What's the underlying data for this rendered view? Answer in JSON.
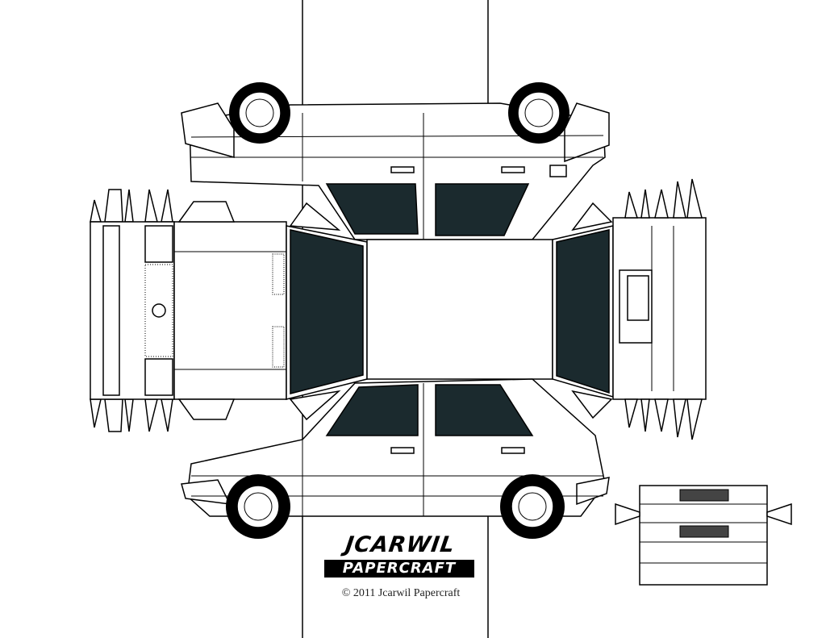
{
  "logo": {
    "line1": "JCARWIL",
    "line2": "PAPERCRAFT"
  },
  "copyright": "© 2011 Jcarwil Papercraft",
  "colors": {
    "window": "#1b2a2e",
    "line": "#000000",
    "paper": "#ffffff"
  }
}
